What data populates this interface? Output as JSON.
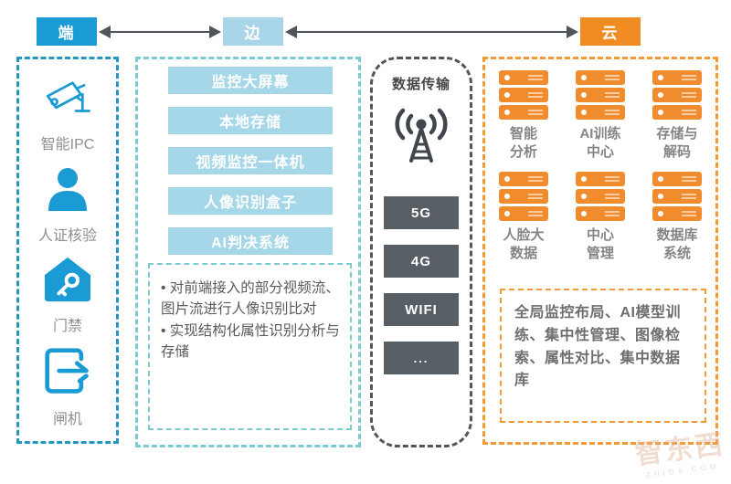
{
  "top_bar": {
    "nodes": [
      {
        "label": "端",
        "color": "#1b9bd4"
      },
      {
        "label": "边",
        "color": "#a9d5e8"
      },
      {
        "label": "云",
        "color": "#f08c21"
      }
    ]
  },
  "terminal": {
    "items": [
      {
        "icon": "cctv-camera-icon",
        "label": "智能IPC"
      },
      {
        "icon": "person-icon",
        "label": "人证核验"
      },
      {
        "icon": "house-key-icon",
        "label": "门禁"
      },
      {
        "icon": "gate-exit-icon",
        "label": "闸机"
      }
    ]
  },
  "edge": {
    "boxes": [
      "监控大屏幕",
      "本地存储",
      "视频监控一体机",
      "人像识别盒子",
      "AI判决系统"
    ],
    "notes": [
      "对前端接入的部分视频流、图片流进行人像识别比对",
      "实现结构化属性识别分析与存储"
    ]
  },
  "transmission": {
    "title": "数据传输",
    "icon": "antenna-broadcast-icon",
    "channels": [
      "5G",
      "4G",
      "WIFI",
      "..."
    ]
  },
  "cloud": {
    "services": [
      "智能\n分析",
      "AI训练\n中心",
      "存储与\n解码",
      "人脸大\n数据",
      "中心\n管理",
      "数据库\n系统"
    ],
    "note": "全局监控布局、AI模型训练、集中性管理、图像检索、属性对比、集中数据库"
  },
  "watermark": {
    "text": "智东西",
    "subtext": "ZHIDX.COM"
  },
  "colors": {
    "terminal_accent": "#1b9bd4",
    "edge_accent": "#7ccbd4",
    "edge_box_fill": "#a5d7e8",
    "cloud_accent": "#f59a32",
    "server_fill": "#f08c2e",
    "channel_fill": "#575e64",
    "arrow": "#4f555a"
  }
}
